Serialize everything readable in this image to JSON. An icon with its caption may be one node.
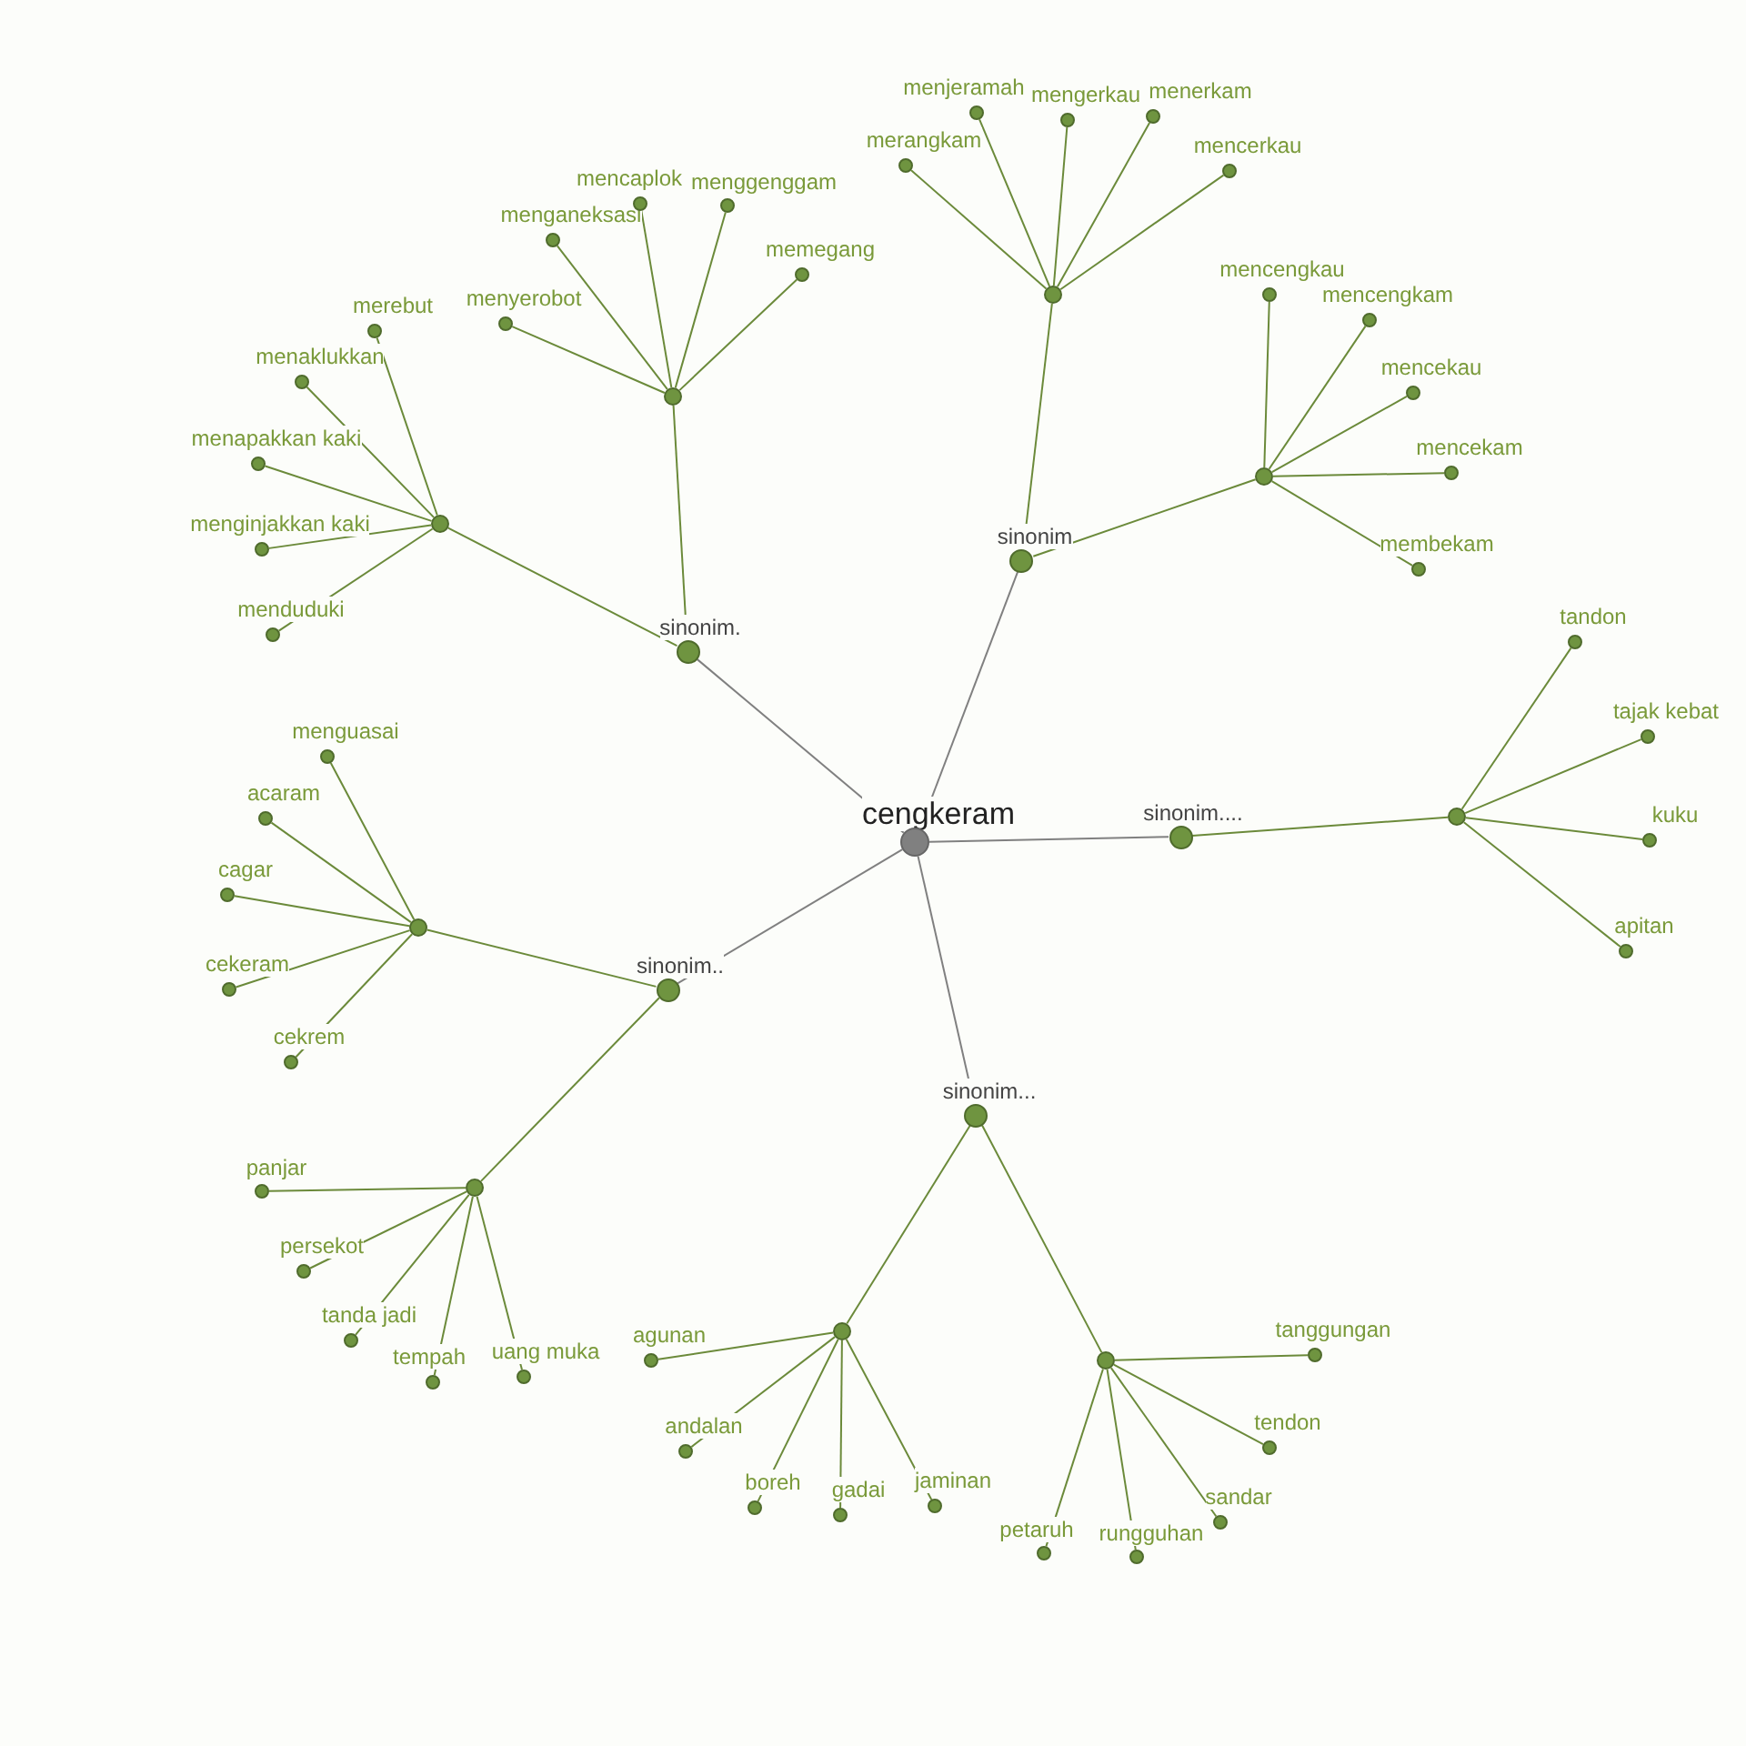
{
  "diagram": {
    "nodes": [
      {
        "text": [
          "cengkeram"
        ]
      },
      {
        "text": [
          "sinonim"
        ]
      },
      {
        "text": [
          "sinonim."
        ]
      },
      {
        "text": [
          "sinonim.."
        ]
      },
      {
        "text": [
          "sinonim..."
        ]
      },
      {
        "text": [
          "sinonim...."
        ]
      },
      {
        "text": [],
        "shape": "circle"
      },
      {
        "text": [],
        "shape": "circle"
      },
      {
        "text": [],
        "shape": "circle"
      },
      {
        "text": [],
        "shape": "circle"
      },
      {
        "text": [],
        "shape": "circle"
      },
      {
        "text": [],
        "shape": "circle"
      },
      {
        "text": [],
        "shape": "circle"
      },
      {
        "text": [],
        "shape": "circle"
      },
      {
        "text": [],
        "shape": "circle"
      },
      {
        "text": [
          "merangkam"
        ]
      },
      {
        "text": [
          "menjeramah"
        ]
      },
      {
        "text": [
          "mengerkau"
        ]
      },
      {
        "text": [
          "menerkam"
        ]
      },
      {
        "text": [
          "mencerkau"
        ]
      },
      {
        "text": [
          "mencengkau"
        ]
      },
      {
        "text": [
          "mencengkam"
        ]
      },
      {
        "text": [
          "mencekau"
        ]
      },
      {
        "text": [
          "mencekam"
        ]
      },
      {
        "text": [
          "membekam"
        ]
      },
      {
        "text": [
          "menyerobot"
        ]
      },
      {
        "text": [
          "menganeksasi"
        ]
      },
      {
        "text": [
          "mencaplok"
        ]
      },
      {
        "text": [
          "menggenggam"
        ]
      },
      {
        "text": [
          "memegang"
        ]
      },
      {
        "text": [
          "merebut"
        ]
      },
      {
        "text": [
          "menaklukkan"
        ]
      },
      {
        "text": [
          "menapakkan kaki"
        ]
      },
      {
        "text": [
          "menginjakkan kaki"
        ]
      },
      {
        "text": [
          "menduduki"
        ]
      },
      {
        "text": [
          "menguasai"
        ]
      },
      {
        "text": [
          "acaram"
        ]
      },
      {
        "text": [
          "cagar"
        ]
      },
      {
        "text": [
          "cekeram"
        ]
      },
      {
        "text": [
          "cekrem"
        ]
      },
      {
        "text": [
          "panjar"
        ]
      },
      {
        "text": [
          "persekot"
        ]
      },
      {
        "text": [
          "tanda jadi"
        ]
      },
      {
        "text": [
          "tempah"
        ]
      },
      {
        "text": [
          "uang muka"
        ]
      },
      {
        "text": [
          "agunan"
        ]
      },
      {
        "text": [
          "andalan"
        ]
      },
      {
        "text": [
          "boreh"
        ]
      },
      {
        "text": [
          "gadai"
        ]
      },
      {
        "text": [
          "jaminan"
        ]
      },
      {
        "text": [
          "tanggungan"
        ]
      },
      {
        "text": [
          "tendon"
        ]
      },
      {
        "text": [
          "sandar"
        ]
      },
      {
        "text": [
          "petaruh"
        ]
      },
      {
        "text": [
          "rungguhan"
        ]
      },
      {
        "text": [
          "tandon"
        ]
      },
      {
        "text": [
          "tajak kebat"
        ]
      },
      {
        "text": [
          "kuku"
        ]
      },
      {
        "text": [
          "apitan"
        ]
      }
    ],
    "edges": [
      {
        "from": 0,
        "to": 1,
        "arrow": "none",
        "color": "#808080"
      },
      {
        "from": 0,
        "to": 2,
        "arrow": "none",
        "color": "#808080"
      },
      {
        "from": 0,
        "to": 3,
        "arrow": "none",
        "color": "#808080"
      },
      {
        "from": 0,
        "to": 4,
        "arrow": "none",
        "color": "#808080"
      },
      {
        "from": 0,
        "to": 5,
        "arrow": "none",
        "color": "#808080"
      },
      {
        "from": 1,
        "to": 11,
        "arrow": "none"
      },
      {
        "from": 1,
        "to": 13,
        "arrow": "none"
      },
      {
        "from": 2,
        "to": 9,
        "arrow": "none"
      },
      {
        "from": 2,
        "to": 7,
        "arrow": "none"
      },
      {
        "from": 3,
        "to": 6,
        "arrow": "none"
      },
      {
        "from": 3,
        "to": 8,
        "arrow": "none"
      },
      {
        "from": 4,
        "to": 10,
        "arrow": "none"
      },
      {
        "from": 4,
        "to": 12,
        "arrow": "none"
      },
      {
        "from": 5,
        "to": 14,
        "arrow": "none"
      },
      {
        "from": 11,
        "to": 15,
        "arrow": "none"
      },
      {
        "from": 11,
        "to": 16,
        "arrow": "none"
      },
      {
        "from": 11,
        "to": 17,
        "arrow": "none"
      },
      {
        "from": 11,
        "to": 18,
        "arrow": "none"
      },
      {
        "from": 11,
        "to": 19,
        "arrow": "none"
      },
      {
        "from": 13,
        "to": 20,
        "arrow": "none"
      },
      {
        "from": 13,
        "to": 21,
        "arrow": "none"
      },
      {
        "from": 13,
        "to": 22,
        "arrow": "none"
      },
      {
        "from": 13,
        "to": 23,
        "arrow": "none"
      },
      {
        "from": 13,
        "to": 24,
        "arrow": "none"
      },
      {
        "from": 9,
        "to": 25,
        "arrow": "none"
      },
      {
        "from": 9,
        "to": 26,
        "arrow": "none"
      },
      {
        "from": 9,
        "to": 27,
        "arrow": "none"
      },
      {
        "from": 9,
        "to": 28,
        "arrow": "none"
      },
      {
        "from": 9,
        "to": 29,
        "arrow": "none"
      },
      {
        "from": 7,
        "to": 30,
        "arrow": "none"
      },
      {
        "from": 7,
        "to": 31,
        "arrow": "none"
      },
      {
        "from": 7,
        "to": 32,
        "arrow": "none"
      },
      {
        "from": 7,
        "to": 33,
        "arrow": "none"
      },
      {
        "from": 7,
        "to": 34,
        "arrow": "none"
      },
      {
        "from": 6,
        "to": 35,
        "arrow": "none"
      },
      {
        "from": 6,
        "to": 36,
        "arrow": "none"
      },
      {
        "from": 6,
        "to": 37,
        "arrow": "none"
      },
      {
        "from": 6,
        "to": 38,
        "arrow": "none"
      },
      {
        "from": 6,
        "to": 39,
        "arrow": "none"
      },
      {
        "from": 8,
        "to": 40,
        "arrow": "none"
      },
      {
        "from": 8,
        "to": 41,
        "arrow": "none"
      },
      {
        "from": 8,
        "to": 42,
        "arrow": "none"
      },
      {
        "from": 8,
        "to": 43,
        "arrow": "none"
      },
      {
        "from": 8,
        "to": 44,
        "arrow": "none"
      },
      {
        "from": 10,
        "to": 45,
        "arrow": "none"
      },
      {
        "from": 10,
        "to": 46,
        "arrow": "none"
      },
      {
        "from": 10,
        "to": 47,
        "arrow": "none"
      },
      {
        "from": 10,
        "to": 48,
        "arrow": "none"
      },
      {
        "from": 10,
        "to": 49,
        "arrow": "none"
      },
      {
        "from": 12,
        "to": 50,
        "arrow": "none"
      },
      {
        "from": 12,
        "to": 51,
        "arrow": "none"
      },
      {
        "from": 12,
        "to": 52,
        "arrow": "none"
      },
      {
        "from": 12,
        "to": 53,
        "arrow": "none"
      },
      {
        "from": 12,
        "to": 54,
        "arrow": "none"
      },
      {
        "from": 14,
        "to": 55,
        "arrow": "none"
      },
      {
        "from": 14,
        "to": 56,
        "arrow": "none"
      },
      {
        "from": 14,
        "to": 57,
        "arrow": "none"
      },
      {
        "from": 14,
        "to": 58,
        "arrow": "none"
      }
    ]
  }
}
